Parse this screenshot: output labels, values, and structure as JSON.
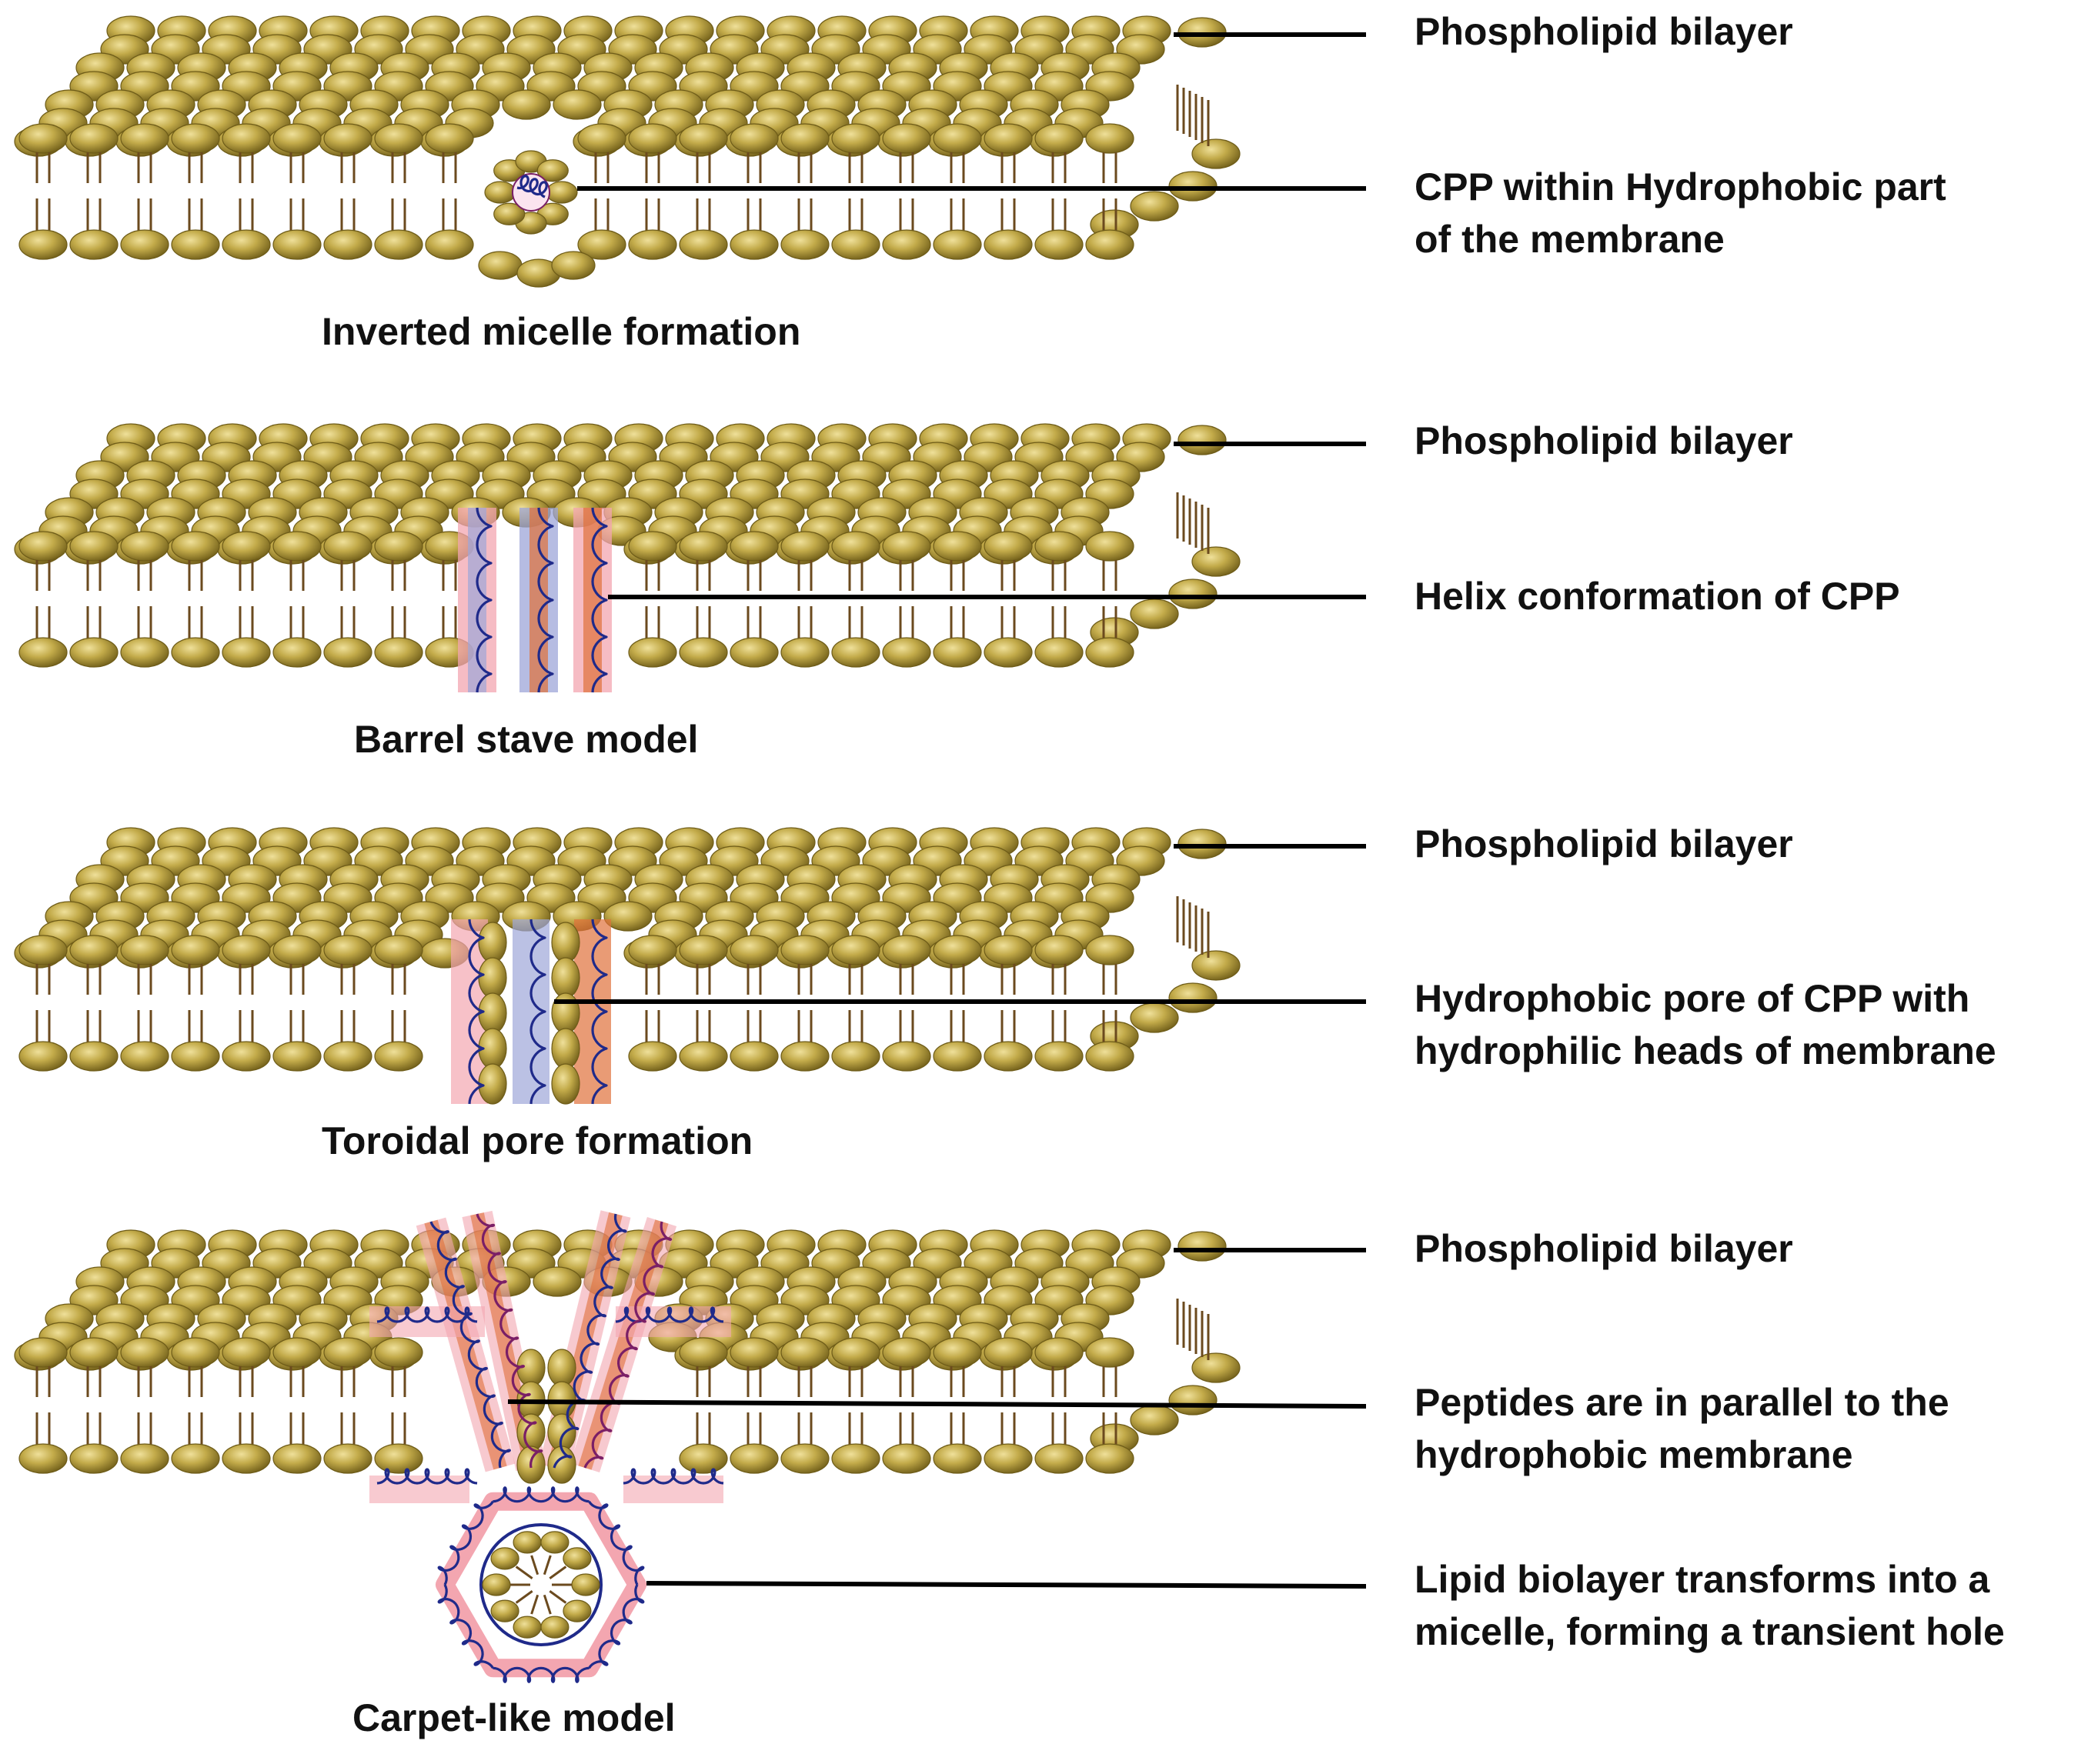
{
  "panels": [
    {
      "id": "inverted-micelle",
      "caption": "Inverted micelle formation",
      "labels": [
        "Phospholipid bilayer",
        "CPP within Hydrophobic part",
        "of the membrane"
      ]
    },
    {
      "id": "barrel-stave",
      "caption": "Barrel stave model",
      "labels": [
        "Phospholipid bilayer",
        "Helix conformation of CPP"
      ]
    },
    {
      "id": "toroidal-pore",
      "caption": "Toroidal pore formation",
      "labels": [
        "Phospholipid bilayer",
        "Hydrophobic pore of CPP with",
        "hydrophilic heads of membrane"
      ]
    },
    {
      "id": "carpet-like",
      "caption": "Carpet-like model",
      "labels": [
        "Phospholipid bilayer",
        "Peptides are in parallel to the",
        "hydrophobic membrane",
        "Lipid biolayer transforms into a",
        "micelle, forming a transient hole"
      ]
    }
  ],
  "colors": {
    "lipid_head": "#b8a040",
    "lipid_head_light": "#e8d88a",
    "lipid_head_dark": "#6e5c18",
    "lipid_tail": "#6b4a1e",
    "helix": "#1f2a8a",
    "helix_alt": "#7a1f66",
    "peptide_orange": "#e0703a",
    "peptide_pink": "#f3a6b0",
    "peptide_blue": "#9ea6d8",
    "leader_line": "#000000"
  }
}
